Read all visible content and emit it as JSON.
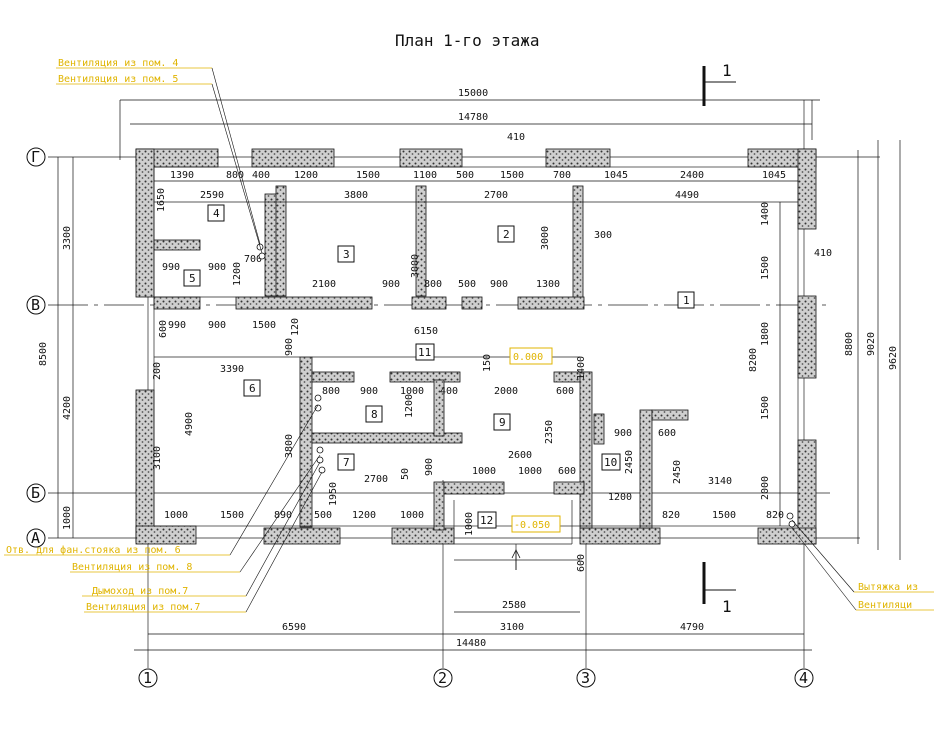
{
  "title": "План 1-го этажа",
  "colors": {
    "line": "#111111",
    "wall_fill": "#d9d9d9",
    "note": "#e0b400"
  },
  "axes": {
    "vertical": [
      "1",
      "2",
      "3",
      "4"
    ],
    "horizontal": [
      "Г",
      "В",
      "Б",
      "А"
    ]
  },
  "section_mark": "1",
  "rooms": [
    "1",
    "2",
    "3",
    "4",
    "5",
    "6",
    "7",
    "8",
    "9",
    "10",
    "11",
    "12"
  ],
  "levels": {
    "main": "0.000",
    "porch": "-0.050"
  },
  "notes": {
    "vent4": "Вентиляция из пом. 4",
    "vent5": "Вентиляция из пом. 5",
    "fan_riser": "Отв. для фан.стояка из пом. 6",
    "vent8": "Вентиляция из пом. 8",
    "chimney": "Дымоход из пом.7",
    "vent7": "Вентиляция из пом.7",
    "exhaust": "Вытяжка из",
    "vent_r": "Вентиляци"
  },
  "dims": {
    "overall": "15000",
    "inner": "14780",
    "b_6590": "6590",
    "b_3100": "3100",
    "b_4790": "4790",
    "b_14480": "14480",
    "b_2580": "2580",
    "l_3300": "3300",
    "l_4200": "4200",
    "l_1000": "1000",
    "l_8500": "8500",
    "r_8200": "8200",
    "r_8800": "8800",
    "r_9020": "9020",
    "r_9620": "9620",
    "t1390": "1390",
    "t800": "800",
    "t400": "400",
    "t1200": "1200",
    "t1500": "1500",
    "t1100": "1100",
    "t500": "500",
    "t1500b": "1500",
    "t700": "700",
    "t1045": "1045",
    "t2400": "2400",
    "t1045b": "1045",
    "d410": "410",
    "d2590": "2590",
    "d3800": "3800",
    "d2700": "2700",
    "d4490": "4490",
    "d1650": "1650",
    "d1400": "1400",
    "d990": "990",
    "d900": "900",
    "d700": "700",
    "d1200": "1200",
    "d3000": "3000",
    "d3000b": "3000",
    "d300": "300",
    "d410b": "410",
    "d1500": "1500",
    "d2100": "2100",
    "d900b": "900",
    "d800": "800",
    "d500": "500",
    "d900c": "900",
    "d1300": "1300",
    "d600": "600",
    "d990b": "990",
    "d900d": "900",
    "d1500b": "1500",
    "d120": "120",
    "d900e": "900",
    "d6150": "6150",
    "d150": "150",
    "d1400b": "1400",
    "d1800": "1800",
    "d200": "200",
    "d3390": "3390",
    "d800b": "800",
    "d900f": "900",
    "d1000": "1000",
    "d400": "400",
    "d2000": "2000",
    "d600b": "600",
    "d4900": "4900",
    "d3800b": "3800",
    "d1200b": "1200",
    "d2350": "2350",
    "d900g": "900",
    "d600c": "600",
    "d1500c": "1500",
    "d3100": "3100",
    "d2600": "2600",
    "d50": "50",
    "d900h": "900",
    "d2700b": "2700",
    "d1000b": "1000",
    "d1000c": "1000",
    "d600d": "600",
    "d2450": "2450",
    "d2450b": "2450",
    "d3140": "3140",
    "d2000b": "2000",
    "d1950": "1950",
    "d1200c": "1200",
    "d1000d": "1000",
    "d1500d": "1500",
    "d890": "890",
    "d500b": "500",
    "d1200d": "1200",
    "d1000e": "1000",
    "d1000f": "1000",
    "d820": "820",
    "d1500e": "1500",
    "d820b": "820",
    "d600e": "600"
  }
}
